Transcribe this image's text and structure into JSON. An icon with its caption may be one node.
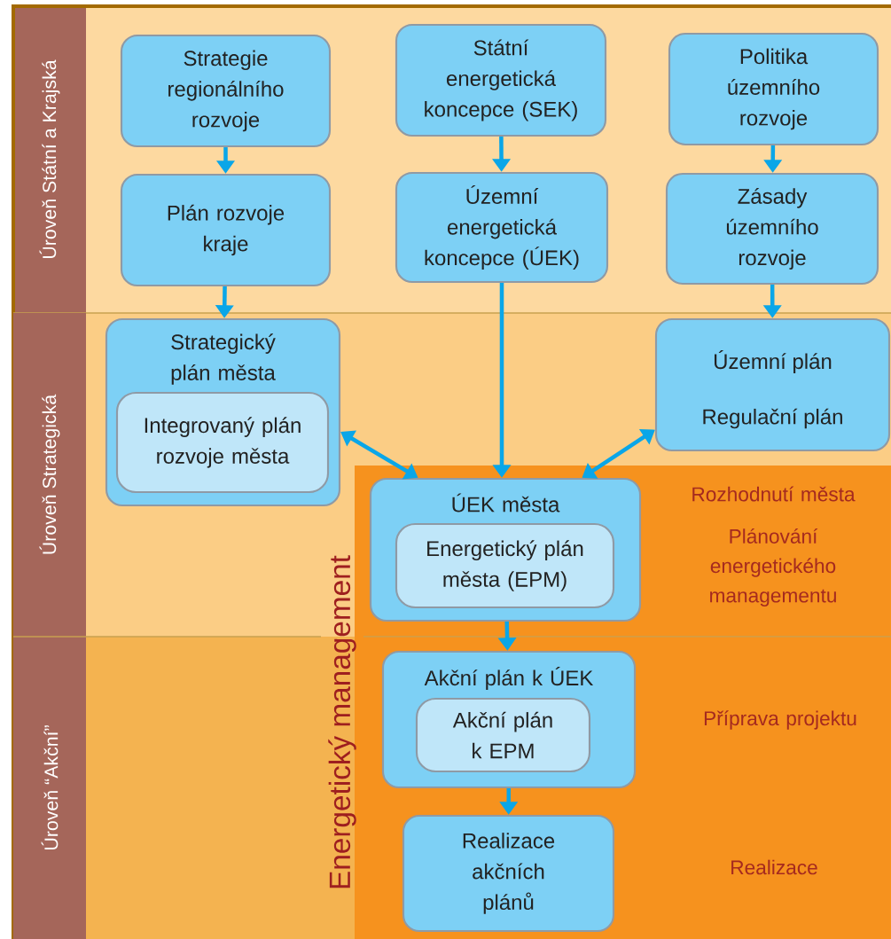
{
  "diagram": {
    "nodes": [
      {
        "text": [
          "Strategie regionálního rozvoje"
        ]
      },
      {
        "text": [
          "Státní energetická koncepce (SEK)"
        ]
      },
      {
        "text": [
          "Politika územního rozvoje"
        ]
      },
      {
        "text": [
          "Plán rozvoje kraje"
        ]
      },
      {
        "text": [
          "Územní energetická koncepce (ÚEK)"
        ]
      },
      {
        "text": [
          "Zásady územního rozvoje"
        ]
      },
      {
        "text": [
          "Strategický plán města"
        ]
      },
      {
        "text": [
          "Integrovaný plán rozvoje města"
        ],
        "in": 6
      },
      {
        "text": [
          "Územní plán",
          "Regulační plán"
        ]
      },
      {
        "text": [
          "Energetický management"
        ]
      },
      {
        "text": [
          "ÚEK města"
        ],
        "in": 9
      },
      {
        "text": [
          "Energetický plán města (EPM)"
        ],
        "in": 10
      },
      {
        "text": [
          "Akční plán k ÚEK"
        ],
        "in": 9
      },
      {
        "text": [
          "Akční plán k EPM"
        ],
        "in": 12
      },
      {
        "text": [
          "Realizace akčních plánů"
        ],
        "in": 9
      },
      {
        "text": [
          "Úroveň Státní a Krajská"
        ]
      },
      {
        "text": [
          "Úroveň Strategická"
        ]
      },
      {
        "text": [
          "Úroveň “Akční”"
        ]
      }
    ],
    "edges": [
      {
        "from": 0,
        "to": 3,
        "arrow": "to"
      },
      {
        "from": 1,
        "to": 4,
        "arrow": "to"
      },
      {
        "from": 2,
        "to": 5,
        "arrow": "to"
      },
      {
        "from": 3,
        "to": 6,
        "arrow": "to"
      },
      {
        "from": 5,
        "to": 8,
        "arrow": "to"
      },
      {
        "from": 4,
        "to": 10,
        "arrow": "to"
      },
      {
        "from": 6,
        "to": 10,
        "arrow": "both"
      },
      {
        "from": 8,
        "to": 10,
        "arrow": "both"
      },
      {
        "from": 10,
        "to": 12,
        "arrow": "to"
      },
      {
        "from": 12,
        "to": 14,
        "arrow": "to"
      }
    ],
    "labels": [
      "Rozhodnutí města",
      "Plánování energetického managementu",
      "Příprava projektu",
      "Realizace"
    ]
  }
}
